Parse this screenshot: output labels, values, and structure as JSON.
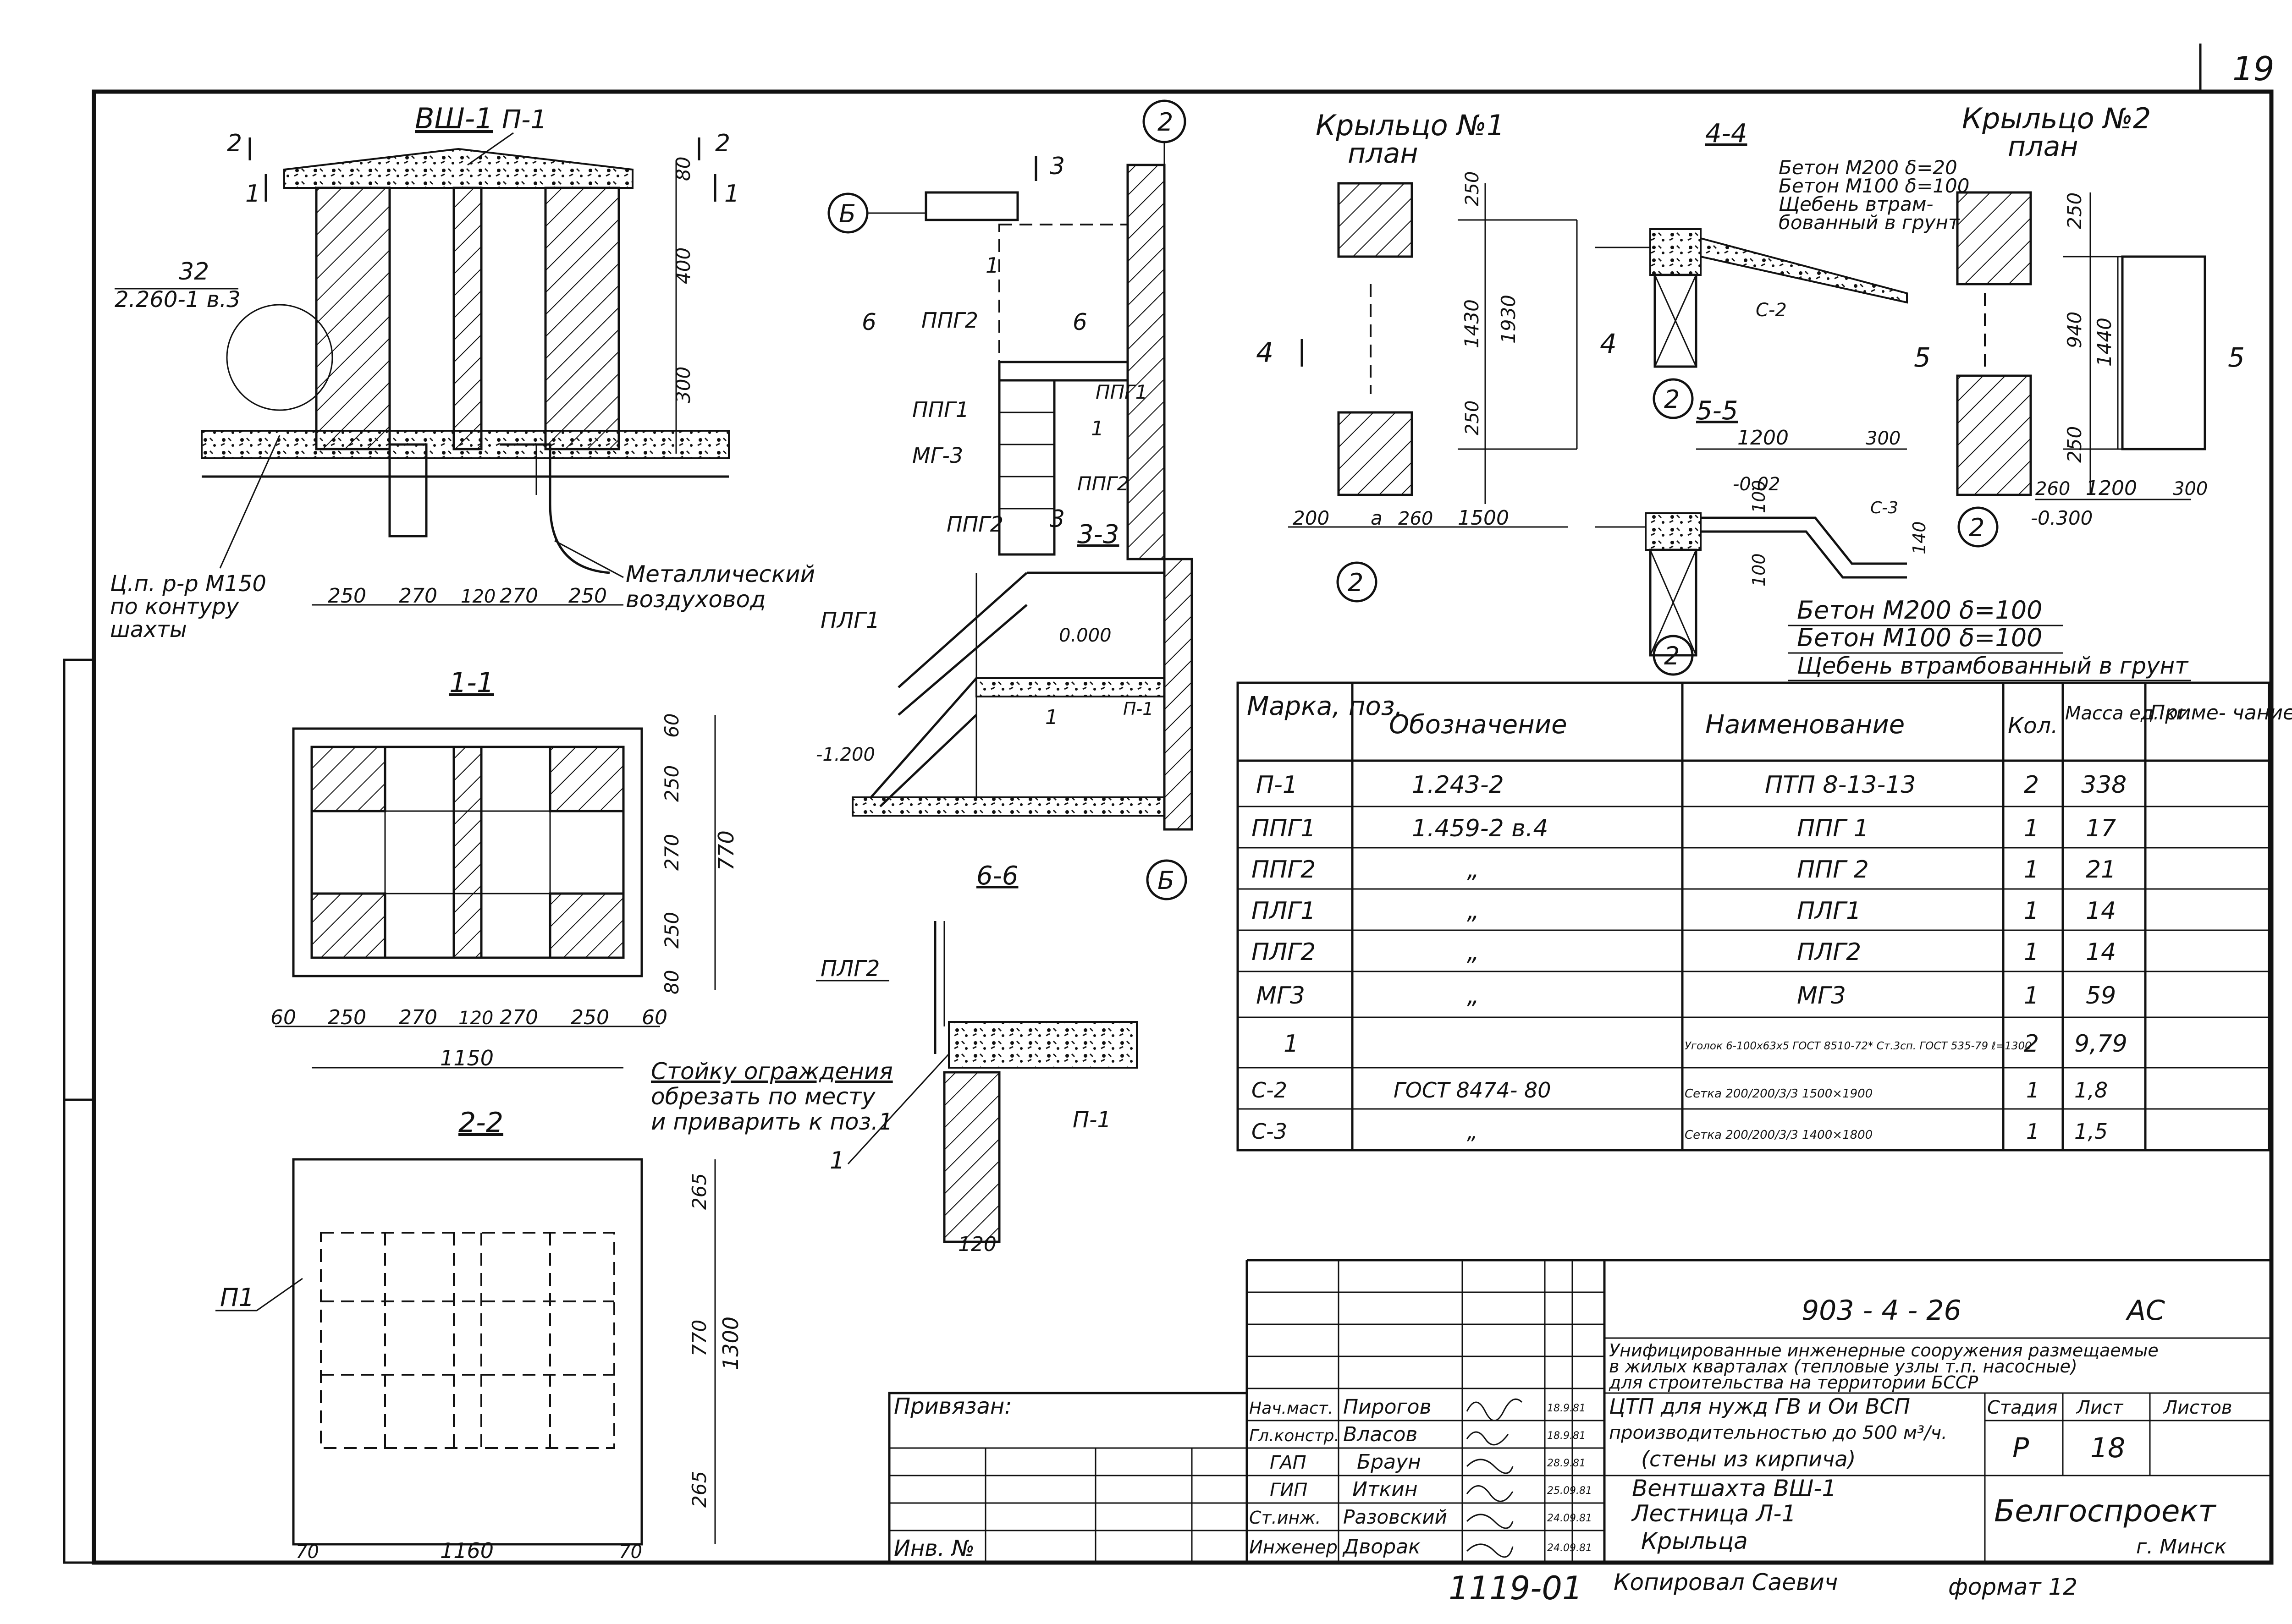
{
  "sheet": {
    "page_number": "19",
    "copy_mark": "1119-01",
    "copied_by": "Копировал  Саевич",
    "format": "формат 12"
  },
  "views": {
    "vsh1": "ВШ-1",
    "p1_top": "П-1",
    "note32": "32",
    "note32_ref": "2.260-1 в.3",
    "m150": "Ц.п. р-р М150",
    "m150_2": "по контуру",
    "m150_3": "шахты",
    "duct": "Металлический",
    "duct_2": "воздуховод",
    "dims_top": [
      "250",
      "270",
      "120",
      "270",
      "250"
    ],
    "dims_vert": [
      "80",
      "400",
      "300"
    ],
    "sec_1_1": "1-1",
    "sec_1_1_dims_h": [
      "60",
      "250",
      "270",
      "120",
      "270",
      "250",
      "60"
    ],
    "sec_1_1_total": "1150",
    "sec_1_1_dims_v": [
      "60",
      "250",
      "270",
      "250",
      "80"
    ],
    "sec_1_1_v_total": "770",
    "sec_2_2": "2-2",
    "sec_2_2_p1": "П1",
    "sec_2_2_dims_v": [
      "265",
      "770",
      "265"
    ],
    "sec_2_2_v_total": "1300",
    "sec_2_2_h": [
      "70",
      "1160",
      "70"
    ],
    "mark_arrow_2": "2",
    "mark_arrow_1": "1",
    "ax_b": "Б",
    "ax_2": "2",
    "ppg2": "ППГ2",
    "ppg1": "ППГ1",
    "mg3": "МГ-3",
    "pos1": "1",
    "sec_3": "3",
    "sec_6": "6",
    "sec_3_3": "3-3",
    "plg1": "ПЛГ1",
    "elev_0": "0.000",
    "elev_m12": "-1.200",
    "p1": "П-1",
    "sec_6_6": "6-6",
    "plg2": "ПЛГ2",
    "railing_1": "Стойку ограждения",
    "railing_2": "обрезать по месту",
    "railing_3": "и приварить к поз.1",
    "dim_120": "120",
    "porch1": "Крыльцо №1",
    "porch1_plan": "план",
    "porch2": "Крыльцо №2",
    "porch2_plan": "план",
    "sec_4_4": "4-4",
    "sec_5_5": "5-5",
    "sec_4": "4",
    "sec_5": "5",
    "p1_dims_v": [
      "250",
      "1430",
      "250",
      "1930"
    ],
    "p1_dims_h": [
      "200",
      "а",
      "260",
      "1500"
    ],
    "mat_4_1": "Бетон М200 δ=20",
    "mat_4_2": "Бетон М100 δ=100",
    "mat_4_3": "Щебень втрам-",
    "mat_4_4": "бованный в грунт",
    "c2": "С-2",
    "c3": "С-3",
    "s5_dims": [
      "1200",
      "300",
      "-0.02",
      "140",
      "100",
      "100"
    ],
    "p2_dims_v": [
      "250",
      "940",
      "1440",
      "250"
    ],
    "p2_dims_h": [
      "260",
      "1200",
      "300"
    ],
    "p2_elev": "-0.300",
    "mat_5_1": "Бетон  М200  δ=100",
    "mat_5_2": "Бетон  М100  δ=100",
    "mat_5_3": "Щебень втрамбованный в грунт"
  },
  "spec": {
    "headers": [
      "Марка, поз.",
      "Обозначение",
      "Наименование",
      "Кол.",
      "Масса ед. кг.",
      "Приме- чание"
    ],
    "rows": [
      [
        "П-1",
        "1.243-2",
        "ПТП 8-13-13",
        "2",
        "338",
        ""
      ],
      [
        "ППГ1",
        "1.459-2  в.4",
        "ППГ 1",
        "1",
        "17",
        ""
      ],
      [
        "ППГ2",
        "„",
        "ППГ 2",
        "1",
        "21",
        ""
      ],
      [
        "ПЛГ1",
        "„",
        "ПЛГ1",
        "1",
        "14",
        ""
      ],
      [
        "ПЛГ2",
        "„",
        "ПЛГ2",
        "1",
        "14",
        ""
      ],
      [
        "МГ3",
        "„",
        "МГ3",
        "1",
        "59",
        ""
      ],
      [
        "1",
        "",
        "Уголок 6-100х63х5 ГОСТ 8510-72* Ст.3сп. ГОСТ 535-79  ℓ=1300",
        "2",
        "9,79",
        ""
      ],
      [
        "С-2",
        "ГОСТ 8474- 80",
        "Сетка 200/200/3/3 1500×1900",
        "1",
        "1,8",
        ""
      ],
      [
        "С-3",
        "„",
        "Сетка 200/200/3/3 1400×1800",
        "1",
        "1,5",
        ""
      ]
    ]
  },
  "stamp": {
    "code": "903 - 4 - 26",
    "stage_code": "АС",
    "title_1": "Унифицированные инженерные сооружения размещаемые",
    "title_2": "в жилых кварталах (тепловые узлы т.п. насосные)",
    "title_3": "для строительства на территории БССР",
    "subtitle_1": "ЦТП для нужд ГВ и Ои ВСП",
    "subtitle_2": "производительностью до 500 м³/ч.",
    "subtitle_3": "(стены из кирпича)",
    "sheet_title_1": "Вентшахта ВШ-1",
    "sheet_title_2": "Лестница Л-1",
    "sheet_title_3": "Крыльца",
    "stage_label": "Стадия",
    "sheet_label": "Лист",
    "sheets_label": "Листов",
    "stage": "Р",
    "sheet_no": "18",
    "org": "Белгоспроект",
    "city": "г. Минск",
    "tied": "Привязан:",
    "inv": "Инв. №",
    "roles": [
      "Нач.маст.",
      "Гл.констр.",
      "ГАП",
      "ГИП",
      "Ст.инж.",
      "Инженер"
    ],
    "names": [
      "Пирогов",
      "Власов",
      "Браун",
      "Иткин",
      "Разовский",
      "Дворак"
    ],
    "dates": [
      "18.9.81",
      "18.9.81",
      "28.9.81",
      "25.09.81",
      "24.09.81",
      "24.09.81"
    ]
  }
}
